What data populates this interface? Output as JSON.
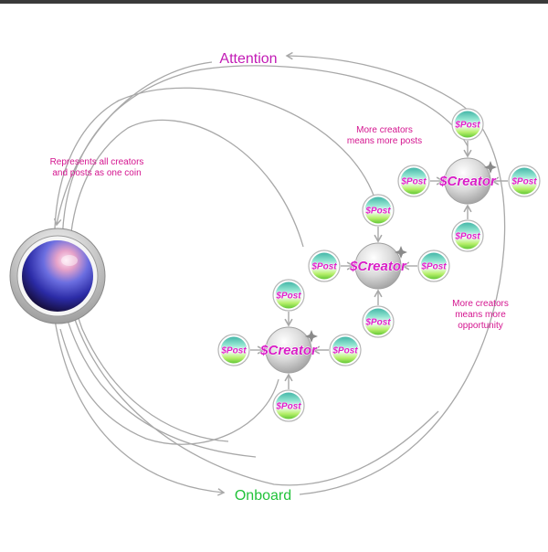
{
  "labels": {
    "attention": "Attention",
    "onboard": "Onboard",
    "represents": [
      "Represents all creators",
      "and posts as one coin"
    ],
    "more_posts": [
      "More creators",
      "means more posts"
    ],
    "more_opportunity": [
      "More creators",
      "means more",
      "opportunity"
    ]
  },
  "coins": {
    "post": "$Post",
    "creator": "$Creator"
  },
  "colors": {
    "attention": "#c21bb5",
    "onboard": "#22c23a",
    "annotation": "#d4148f",
    "arrow": "#a8a8a8",
    "coin_text": "#e020c8"
  },
  "icons": {
    "main_coin": "blue-sphere-coin-icon",
    "creator_coin": "silver-creator-coin-icon",
    "post_coin": "green-post-coin-icon",
    "sparkle": "sparkle-icon"
  }
}
